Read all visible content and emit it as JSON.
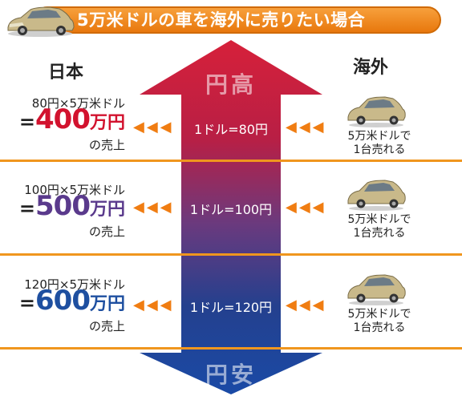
{
  "header": {
    "title": "5万米ドルの車を海外に売りたい場合"
  },
  "arrow": {
    "top_label": "円高",
    "bottom_label": "円安"
  },
  "columns": {
    "japan": "日本",
    "abroad": "海外"
  },
  "colors": {
    "orange": "#f0961e",
    "red": "#c8102e",
    "purple": "#5a3a8c",
    "blue": "#1e4fa0"
  },
  "rows": [
    {
      "calc": "80円×5万米ドル",
      "eq": "=",
      "amount": "400",
      "unit": "万円",
      "sales": "の売上",
      "rate": "1ドル=80円",
      "sold_line1": "5万米ドルで",
      "sold_line2": "1台売れる",
      "color": "#d2122e"
    },
    {
      "calc": "100円×5万米ドル",
      "eq": "=",
      "amount": "500",
      "unit": "万円",
      "sales": "の売上",
      "rate": "1ドル=100円",
      "sold_line1": "5万米ドルで",
      "sold_line2": "1台売れる",
      "color": "#5a3a8c"
    },
    {
      "calc": "120円×5万米ドル",
      "eq": "=",
      "amount": "600",
      "unit": "万円",
      "sales": "の売上",
      "rate": "1ドル=120円",
      "sold_line1": "5万米ドルで",
      "sold_line2": "1台売れる",
      "color": "#1e4fa0"
    }
  ],
  "chevrons": "◀◀◀"
}
